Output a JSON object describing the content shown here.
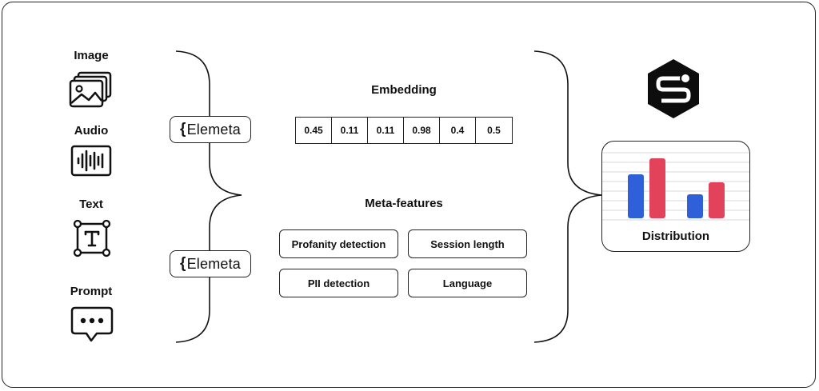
{
  "inputs": {
    "image": "Image",
    "audio": "Audio",
    "text": "Text",
    "prompt": "Prompt"
  },
  "elemeta": {
    "brace": "{",
    "name": "Elemeta"
  },
  "embedding": {
    "title": "Embedding",
    "values": [
      "0.45",
      "0.11",
      "0.11",
      "0.98",
      "0.4",
      "0.5"
    ]
  },
  "meta_features": {
    "title": "Meta-features",
    "items": [
      "Profanity detection",
      "Session length",
      "PII detection",
      "Language"
    ]
  },
  "distribution": {
    "label": "Distribution",
    "bar_values": [
      0.44,
      0.6,
      0.24,
      0.36
    ],
    "bar_colors": [
      "#2f5fd9",
      "#e2435a",
      "#2f5fd9",
      "#e2435a"
    ]
  },
  "colors": {
    "blue": "#2f5fd9",
    "red": "#e2435a",
    "stroke": "#222222"
  }
}
